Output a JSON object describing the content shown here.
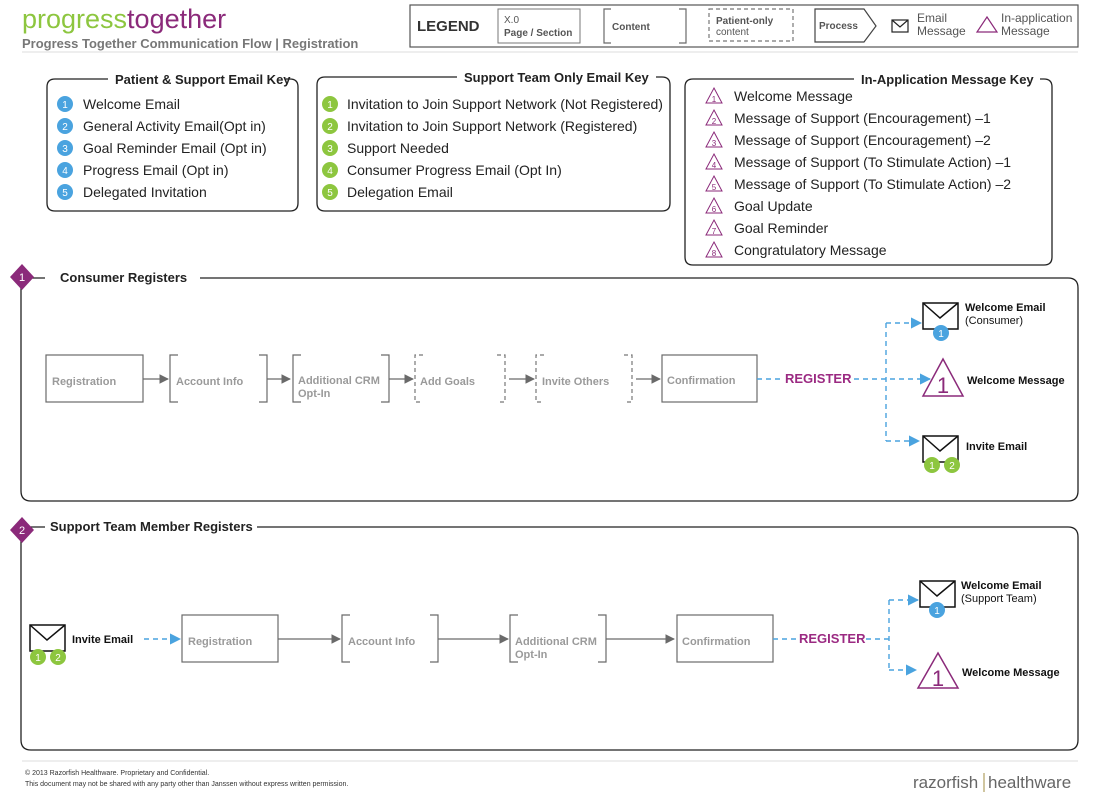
{
  "header": {
    "logo_part1": "progress",
    "logo_part2": "together",
    "subtitle": "Progress Together Communication Flow | Registration"
  },
  "legend": {
    "title": "LEGEND",
    "page_section_num": "X.0",
    "page_section_label": "Page / Section",
    "content_label": "Content",
    "patient_only_line1": "Patient-only",
    "patient_only_line2": "content",
    "process_label": "Process",
    "email_line1": "Email",
    "email_line2": "Message",
    "inapp_line1": "In-application",
    "inapp_line2": "Message"
  },
  "keys": {
    "patient": {
      "title": "Patient & Support Email Key",
      "items": [
        {
          "num": "1",
          "label": "Welcome Email"
        },
        {
          "num": "2",
          "label": "General Activity Email(Opt in)"
        },
        {
          "num": "3",
          "label": "Goal Reminder Email (Opt in)"
        },
        {
          "num": "4",
          "label": "Progress Email (Opt in)"
        },
        {
          "num": "5",
          "label": "Delegated Invitation"
        }
      ]
    },
    "support": {
      "title": "Support Team Only Email Key",
      "items": [
        {
          "num": "1",
          "label": "Invitation to Join Support Network (Not Registered)"
        },
        {
          "num": "2",
          "label": "Invitation to Join Support Network (Registered)"
        },
        {
          "num": "3",
          "label": "Support Needed"
        },
        {
          "num": "4",
          "label": "Consumer Progress Email (Opt In)"
        },
        {
          "num": "5",
          "label": "Delegation Email"
        }
      ]
    },
    "inapp": {
      "title": "In-Application Message Key",
      "items": [
        {
          "num": "1",
          "label": "Welcome Message"
        },
        {
          "num": "2",
          "label": "Message of Support (Encouragement) –1"
        },
        {
          "num": "3",
          "label": "Message of Support (Encouragement) –2"
        },
        {
          "num": "4",
          "label": "Message of Support (To Stimulate Action) –1"
        },
        {
          "num": "5",
          "label": "Message of Support (To Stimulate Action) –2"
        },
        {
          "num": "6",
          "label": "Goal Update"
        },
        {
          "num": "7",
          "label": "Goal Reminder"
        },
        {
          "num": "8",
          "label": "Congratulatory Message"
        }
      ]
    }
  },
  "section1": {
    "num": "1",
    "title": "Consumer Registers",
    "steps": {
      "registration": "Registration",
      "account_info": "Account Info",
      "crm_line1": "Additional CRM",
      "crm_line2": "Opt-In",
      "add_goals": "Add Goals",
      "invite_others": "Invite Others",
      "confirmation": "Confirmation"
    },
    "register_label": "REGISTER",
    "outputs": {
      "welcome_email_line1": "Welcome Email",
      "welcome_email_line2": "(Consumer)",
      "welcome_email_badge": "1",
      "welcome_message": "Welcome Message",
      "welcome_message_num": "1",
      "invite_email": "Invite Email",
      "invite_badge_1": "1",
      "invite_badge_2": "2"
    }
  },
  "section2": {
    "num": "2",
    "title": "Support Team Member Registers",
    "invite_email": "Invite Email",
    "invite_badge_1": "1",
    "invite_badge_2": "2",
    "steps": {
      "registration": "Registration",
      "account_info": "Account Info",
      "crm_line1": "Additional CRM",
      "crm_line2": "Opt-In",
      "confirmation": "Confirmation"
    },
    "register_label": "REGISTER",
    "outputs": {
      "welcome_email_line1": "Welcome Email",
      "welcome_email_line2": "(Support Team)",
      "welcome_email_badge": "1",
      "welcome_message": "Welcome Message",
      "welcome_message_num": "1"
    }
  },
  "footer": {
    "copyright": "© 2013 Razorfish Healthware. Proprietary and Confidential.",
    "notice": "This document may not be shared with any party other than Janssen without express written permission.",
    "brand_part1": "razorfish",
    "brand_part2": "healthware"
  },
  "colors": {
    "brand_green": "#8dc63f",
    "brand_purple": "#8b2a7a",
    "blue_badge": "#4aa3df",
    "green_badge": "#8dc63f",
    "inapp_purple": "#8b2a7a",
    "register_purple": "#9b2a82",
    "connector_blue": "#4aa3df"
  }
}
